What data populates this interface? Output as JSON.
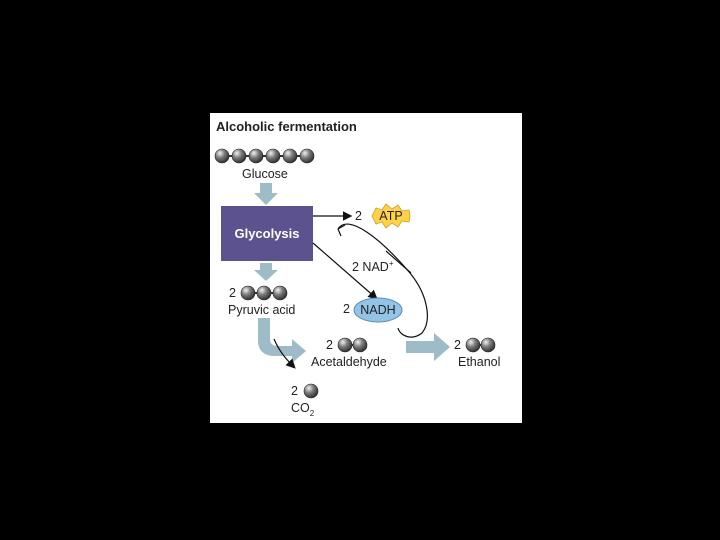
{
  "title": "Alcoholic fermentation",
  "labels": {
    "glucose": "Glucose",
    "glycolysis": "Glycolysis",
    "atp_count": "2",
    "atp": "ATP",
    "nad_plus": "2 NAD",
    "nad_plus_sup": "+",
    "nadh_count": "2",
    "nadh": "NADH",
    "pyruvic_count": "2",
    "pyruvic": "Pyruvic acid",
    "acetaldehyde_count": "2",
    "acetaldehyde": "Acetaldehyde",
    "ethanol_count": "2",
    "ethanol": "Ethanol",
    "co2_count": "2",
    "co2": "CO",
    "co2_sub": "2"
  },
  "colors": {
    "glycolysis_box": "#5c5290",
    "wide_arrow": "#9dbcc8",
    "atp_burst": "#ffd24a",
    "nadh_ellipse": "#93c3e6",
    "atom": "#555555",
    "background": "#000000",
    "panel": "#ffffff"
  },
  "molecules": {
    "glucose_atoms": 6,
    "pyruvic_atoms": 3,
    "acetaldehyde_atoms": 2,
    "ethanol_atoms": 2,
    "co2_atoms": 1
  }
}
